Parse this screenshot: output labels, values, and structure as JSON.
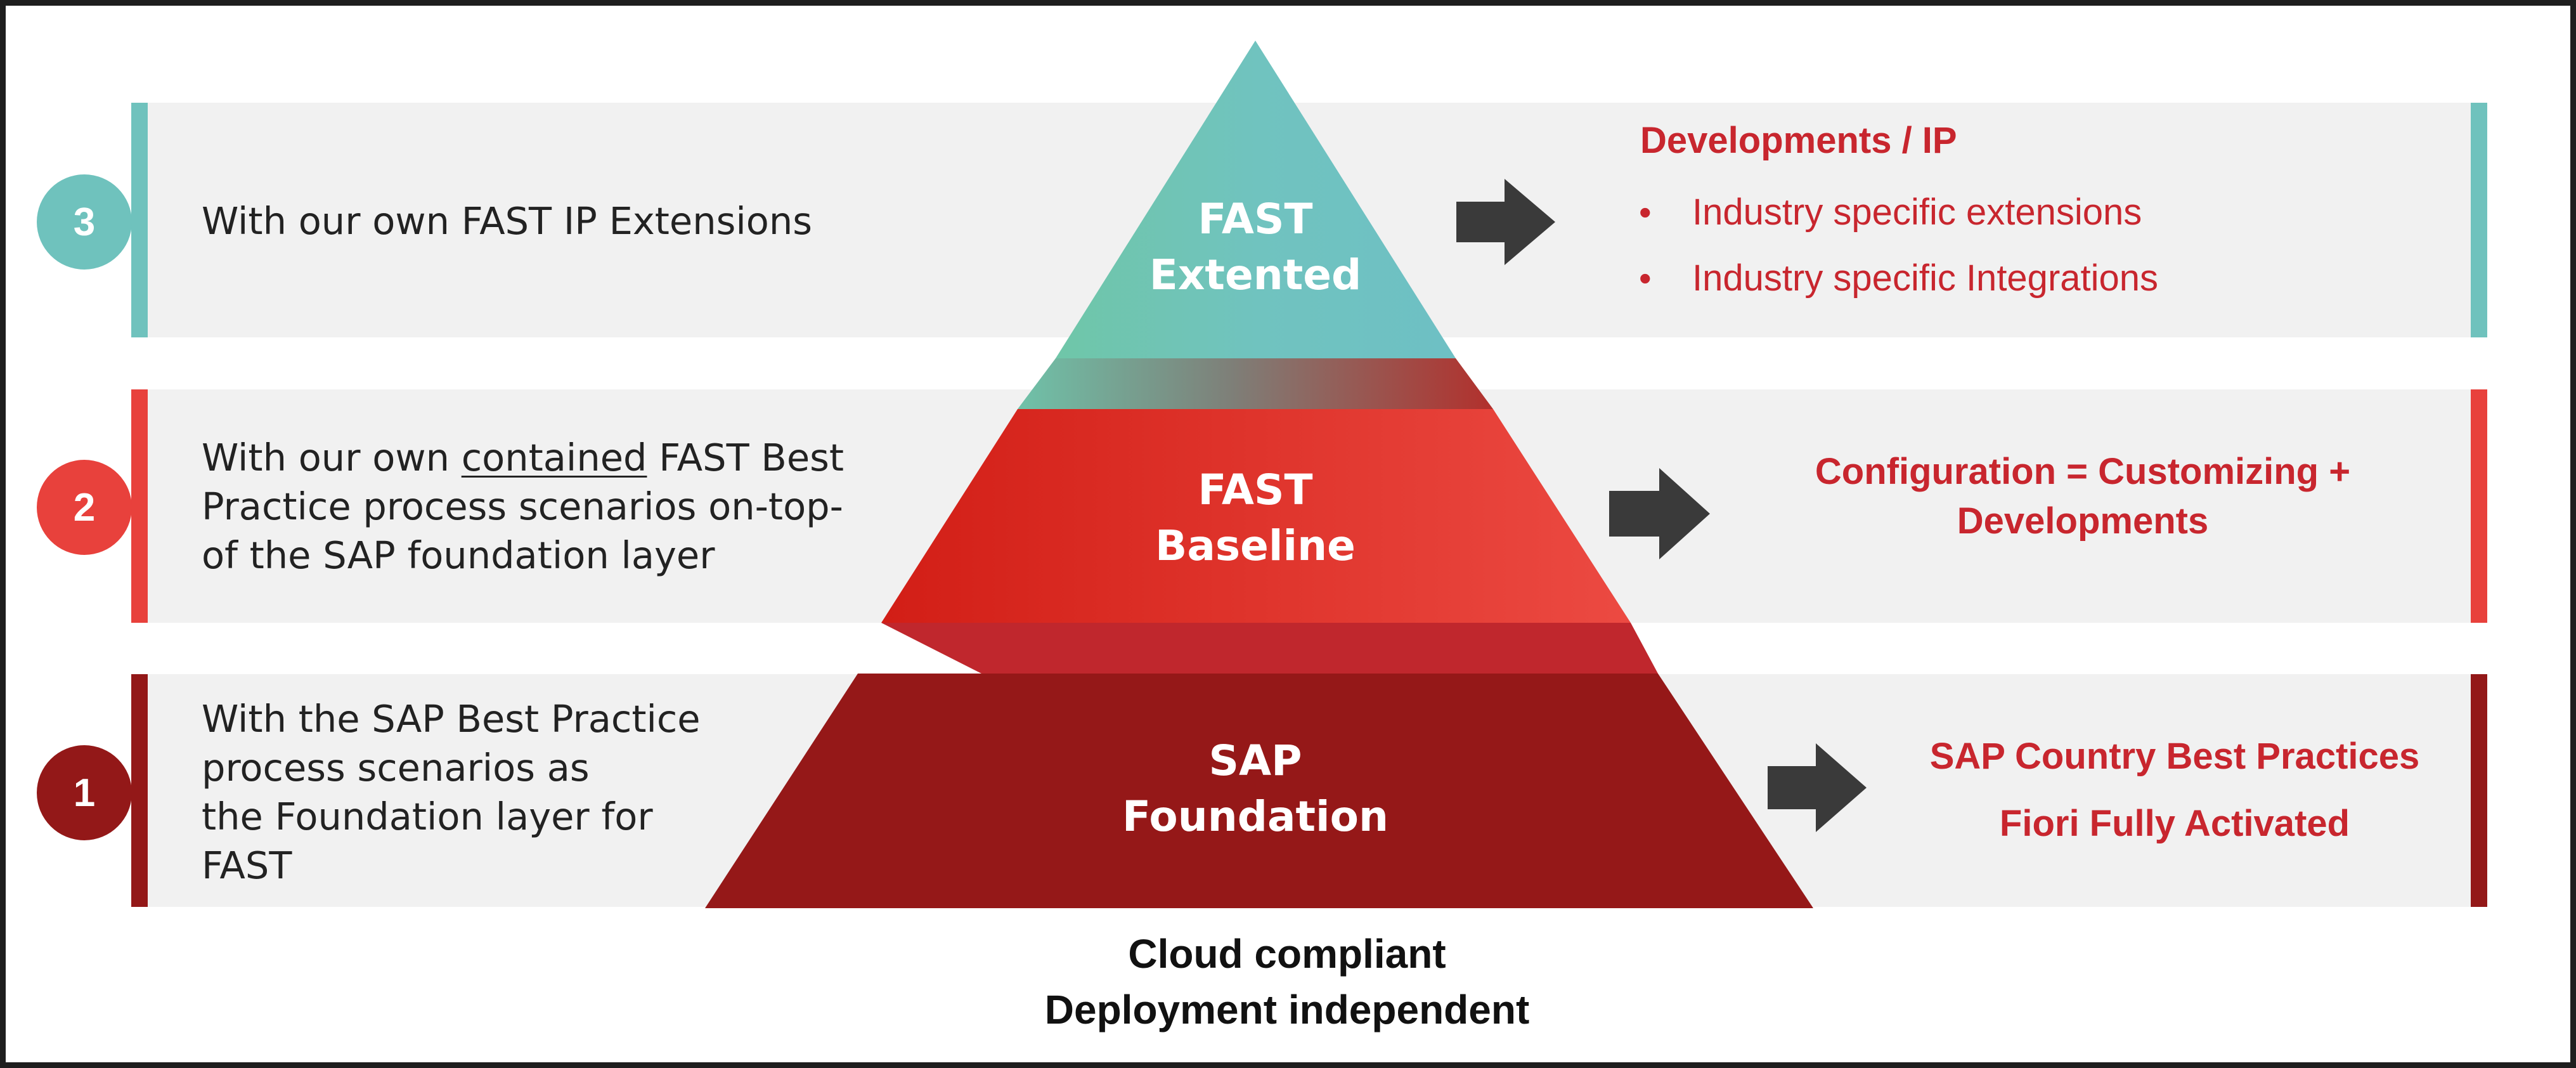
{
  "layers": [
    {
      "number": "3",
      "left_text": [
        "With our own FAST IP Extensions"
      ],
      "pyramid_label": [
        "FAST",
        "Extented"
      ],
      "right_title": "Developments / IP",
      "right_bullets": [
        "Industry specific extensions",
        "Industry specific Integrations"
      ],
      "color": "#6fc2bd"
    },
    {
      "number": "2",
      "left_text_parts": {
        "line1_before": "With our own ",
        "line1_underlined": "contained",
        "line1_after": " FAST Best",
        "line2": "Practice process scenarios on-top-",
        "line3": "of the SAP foundation layer"
      },
      "pyramid_label": [
        "FAST",
        "Baseline"
      ],
      "right_lines": [
        "Configuration = Customizing +",
        "Developments"
      ],
      "color": "#e8413c"
    },
    {
      "number": "1",
      "left_text": [
        "With the SAP Best Practice",
        "process scenarios as",
        "the Foundation layer for",
        "FAST"
      ],
      "pyramid_label": [
        "SAP",
        "Foundation"
      ],
      "right_lines": [
        "SAP Country Best Practices",
        "Fiori Fully Activated"
      ],
      "color": "#931818"
    }
  ],
  "footer": [
    "Cloud compliant",
    "Deployment independent"
  ],
  "colors": {
    "arrow": "#3a3a3a",
    "accent_text": "#c8262e",
    "band": "#f1f1f1"
  },
  "icons": [
    "right-arrow-icon"
  ]
}
